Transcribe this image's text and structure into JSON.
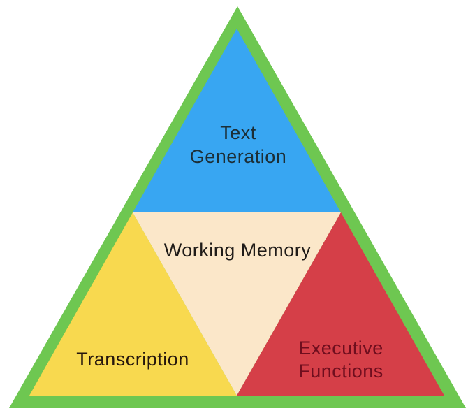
{
  "diagram": {
    "type": "triangle-model",
    "background_color": "#ffffff",
    "border_color": "#6ec751",
    "sections": {
      "text_generation": {
        "name": "Text Generation",
        "line1": "Text",
        "line2": "Generation",
        "fill": "#38a6f2",
        "text_color": "#1c2e36"
      },
      "working_memory": {
        "name": "Working Memory",
        "line1": "Working Memory",
        "fill": "#fbe7c9",
        "text_color": "#1f1b18"
      },
      "transcription": {
        "name": "Transcription",
        "line1": "Transcription",
        "fill": "#f8d94f",
        "text_color": "#26170d"
      },
      "executive_functions": {
        "name": "Executive Functions",
        "line1": "Executive",
        "line2": "Functions",
        "fill": "#d53f48",
        "text_color": "#6f0e1e"
      }
    }
  }
}
